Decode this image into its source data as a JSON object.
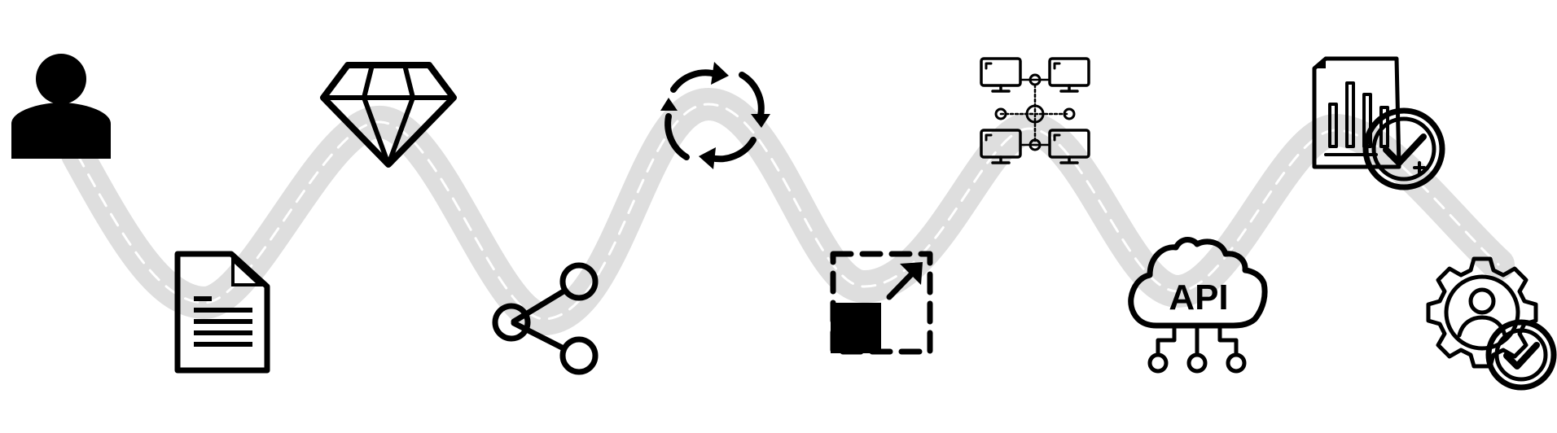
{
  "diagram": {
    "type": "winding road roadmap",
    "colors": {
      "road": "#dedede",
      "lane_marking": "#ffffff",
      "icon": "#000000",
      "background": "#ffffff"
    },
    "milestones": [
      {
        "id": "user",
        "icon": "person-icon"
      },
      {
        "id": "document",
        "icon": "document-icon"
      },
      {
        "id": "diamond",
        "icon": "diamond-icon"
      },
      {
        "id": "share",
        "icon": "share-icon"
      },
      {
        "id": "sync",
        "icon": "sync-icon"
      },
      {
        "id": "resize",
        "icon": "resize-icon"
      },
      {
        "id": "network",
        "icon": "network-icon"
      },
      {
        "id": "api",
        "icon": "api-cloud-icon",
        "label": "API"
      },
      {
        "id": "report",
        "icon": "report-check-icon"
      },
      {
        "id": "user-settings",
        "icon": "gear-user-check-icon"
      }
    ]
  }
}
